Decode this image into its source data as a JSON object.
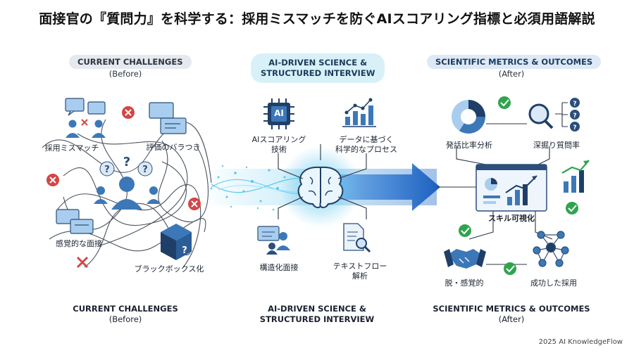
{
  "title": "面接官の『質問力』を科学する：採用ミスマッチを防ぐAIスコアリング指標と必須用語解説",
  "columns": {
    "left": {
      "header": "CURRENT CHALLENGES",
      "sub": "(Before)"
    },
    "center": {
      "header_line1": "AI-DRIVEN SCIENCE &",
      "header_line2": "STRUCTURED INTERVIEW"
    },
    "right": {
      "header": "SCIENTIFIC METRICS & OUTCOMES",
      "sub": "(After)"
    }
  },
  "left_labels": {
    "mismatch": "採用ミスマッチ",
    "variance": "評価のバラつき",
    "sensory": "感覚的な面接",
    "blackbox": "ブラックボックス化"
  },
  "center_labels": {
    "ai_scoring_1": "AIスコアリング",
    "ai_scoring_2": "技術",
    "data_process_1": "データに基づく",
    "data_process_2": "科学的なプロセス",
    "structured": "構造化面接",
    "textflow_1": "テキストフロー",
    "textflow_2": "解析",
    "ai_chip": "AI"
  },
  "right_labels": {
    "speech_ratio": "発話比率分析",
    "deep_question": "深掘り質問率",
    "skill_visual": "スキル可視化",
    "de_sensory": "脱・感覚的",
    "success_hire": "成功した採用"
  },
  "footer": {
    "left_1": "CURRENT CHALLENGES",
    "left_2": "(Before)",
    "center_1": "AI-DRIVEN SCIENCE &",
    "center_2": "STRUCTURED INTERVIEW",
    "right_1": "SCIENTIFIC METRICS & OUTCOMES",
    "right_2": "(After)"
  },
  "credit": "2025 AI KnowledgeFlow",
  "colors": {
    "navy": "#2b4f7a",
    "blue": "#3c78b8",
    "light_blue": "#a9cdee",
    "red": "#d64545",
    "green": "#2fa44f",
    "cyan": "#5cc6ec"
  }
}
